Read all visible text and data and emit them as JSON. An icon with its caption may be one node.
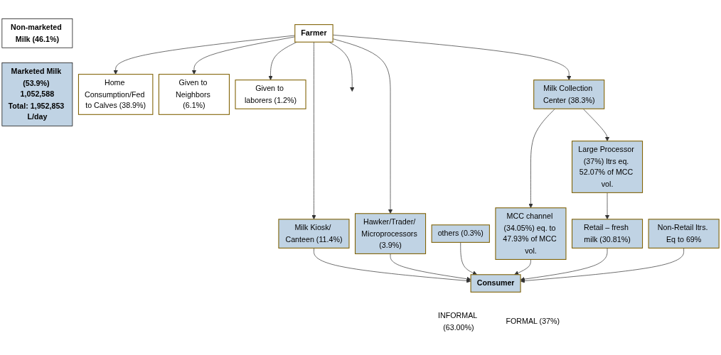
{
  "diagram": {
    "nodes": [
      {
        "text": [
          "Non-marketed Milk (46.1%)"
        ]
      },
      {
        "text": [
          "Marketed Milk (53.9%) 1,052,588",
          "Total: 1,952,853 L/day"
        ]
      },
      {
        "text": [
          "Home Consumption/Fed to Calves (38.9%)"
        ]
      },
      {
        "text": [
          "Farmer"
        ]
      },
      {
        "text": [
          "Given to Neighbors (6.1%)"
        ]
      },
      {
        "text": [
          "Given to laborers (1.2%)"
        ]
      },
      {
        "text": [
          "Milk Collection Center (38.3%)"
        ]
      },
      {
        "text": [
          "Hawker/Trader/ Microprocessors (3.9%)"
        ]
      },
      {
        "text": [
          "Large Processor (37%) ltrs eq. 52.07% of MCC vol."
        ]
      },
      {
        "text": [
          "MCC channel (34.05%) eq. to 47.93% of MCC vol."
        ]
      },
      {
        "text": [
          "Retail – fresh milk (30.81%)"
        ]
      },
      {
        "text": [
          "Non-Retail ltrs. Eq to 69%"
        ]
      },
      {
        "text": [
          "Milk Kiosk/ Canteen (11.4%)"
        ]
      },
      {
        "text": [
          "others (0.3%)"
        ]
      },
      {
        "text": [
          "Consumer"
        ]
      },
      {
        "text": [
          "INFORMAL (63.00%)"
        ]
      },
      {
        "text": [
          "FORMAL (37%)"
        ]
      }
    ],
    "edges": [
      {
        "from": 3,
        "to": 2,
        "arrow": "to"
      },
      {
        "from": 3,
        "to": 4,
        "arrow": "to"
      },
      {
        "from": 3,
        "to": 5,
        "arrow": "to"
      },
      {
        "from": 3,
        "to": 12,
        "arrow": "to"
      },
      {
        "from": 3,
        "to": 7,
        "arrow": "to"
      },
      {
        "from": 3,
        "to": 6,
        "arrow": "to"
      },
      {
        "from": 3,
        "to": null,
        "arrow": "to"
      },
      {
        "from": 6,
        "to": 9,
        "arrow": "to"
      },
      {
        "from": 6,
        "to": 8,
        "arrow": "to"
      },
      {
        "from": 8,
        "to": 10,
        "arrow": "to"
      },
      {
        "from": 12,
        "to": 14,
        "arrow": "to"
      },
      {
        "from": 7,
        "to": 14,
        "arrow": "to"
      },
      {
        "from": 13,
        "to": 14,
        "arrow": "to"
      },
      {
        "from": 9,
        "to": 14,
        "arrow": "to"
      },
      {
        "from": 10,
        "to": 14,
        "arrow": "to"
      },
      {
        "from": 11,
        "to": 14,
        "arrow": "to"
      }
    ]
  }
}
